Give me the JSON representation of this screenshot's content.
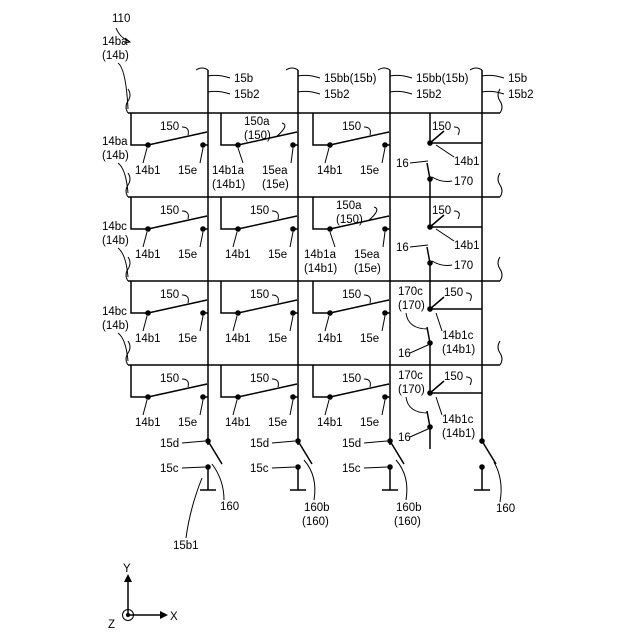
{
  "figure_label": "110",
  "rows": [
    {
      "left_label": [
        "14ba",
        "(14b)"
      ]
    },
    {
      "left_label": [
        "14ba",
        "(14b)"
      ]
    },
    {
      "left_label": [
        "14bc",
        "(14b)"
      ]
    },
    {
      "left_label": [
        "14bc",
        "(14b)"
      ]
    }
  ],
  "columns": [
    {
      "top_label": [
        "15b",
        "15b2"
      ]
    },
    {
      "top_label": [
        "15bb(15b)",
        "15b2"
      ]
    },
    {
      "top_label": [
        "15bb(15b)",
        "15b2"
      ]
    },
    {
      "top_label": [
        "15b",
        "15b2"
      ]
    }
  ],
  "cells": [
    {
      "id": "r0c0",
      "kind": "plain",
      "sw": "150",
      "pin_left": "14b1",
      "pin_right": "15e"
    },
    {
      "id": "r0c1",
      "kind": "a",
      "sw": "150a",
      "sw2": "(150)",
      "pin_left": "14b1a",
      "pin_left2": "(14b1)",
      "pin_right": "15ea",
      "pin_right2": "(15e)"
    },
    {
      "id": "r0c2",
      "kind": "plain",
      "sw": "150",
      "pin_left": "14b1",
      "pin_right": "15e"
    },
    {
      "id": "r0c3",
      "kind": "v",
      "sw": "150",
      "tag16": "16",
      "pin": "14b1",
      "tag170": "170"
    },
    {
      "id": "r1c0",
      "kind": "plain",
      "sw": "150",
      "pin_left": "14b1",
      "pin_right": "15e"
    },
    {
      "id": "r1c1",
      "kind": "plain",
      "sw": "150",
      "pin_left": "14b1",
      "pin_right": "15e"
    },
    {
      "id": "r1c2",
      "kind": "a",
      "sw": "150a",
      "sw2": "(150)",
      "pin_left": "14b1a",
      "pin_left2": "(14b1)",
      "pin_right": "15ea",
      "pin_right2": "(15e)"
    },
    {
      "id": "r1c3",
      "kind": "v",
      "sw": "150",
      "tag16": "16",
      "pin": "14b1",
      "tag170": "170"
    },
    {
      "id": "r2c0",
      "kind": "plain",
      "sw": "150",
      "pin_left": "14b1",
      "pin_right": "15e"
    },
    {
      "id": "r2c1",
      "kind": "plain",
      "sw": "150",
      "pin_left": "14b1",
      "pin_right": "15e"
    },
    {
      "id": "r2c2",
      "kind": "plain",
      "sw": "150",
      "pin_left": "14b1",
      "pin_right": "15e"
    },
    {
      "id": "r2c3",
      "kind": "c",
      "sw": "150",
      "tag170c": "170c",
      "tag170c2": "(170)",
      "tag16": "16",
      "pin": "14b1c",
      "pin2": "(14b1)"
    },
    {
      "id": "r3c0",
      "kind": "plain",
      "sw": "150",
      "pin_left": "14b1",
      "pin_right": "15e"
    },
    {
      "id": "r3c1",
      "kind": "plain",
      "sw": "150",
      "pin_left": "14b1",
      "pin_right": "15e"
    },
    {
      "id": "r3c2",
      "kind": "plain",
      "sw": "150",
      "pin_left": "14b1",
      "pin_right": "15e"
    },
    {
      "id": "r3c3",
      "kind": "c",
      "sw": "150",
      "tag170c": "170c",
      "tag170c2": "(170)",
      "tag16": "16",
      "pin": "14b1c",
      "pin2": "(14b1)"
    }
  ],
  "bottom": {
    "c0": {
      "d": "15d",
      "c": "15c",
      "sw": "160",
      "line": "15b1"
    },
    "c1": {
      "d": "15d",
      "c": "15c",
      "sw": "160b",
      "sw2": "(160)"
    },
    "c2": {
      "d": "15d",
      "c": "15c",
      "sw": "160b",
      "sw2": "(160)"
    },
    "c3": {
      "sw": "160"
    }
  },
  "axes": {
    "y": "Y",
    "x": "X",
    "z": "Z"
  }
}
